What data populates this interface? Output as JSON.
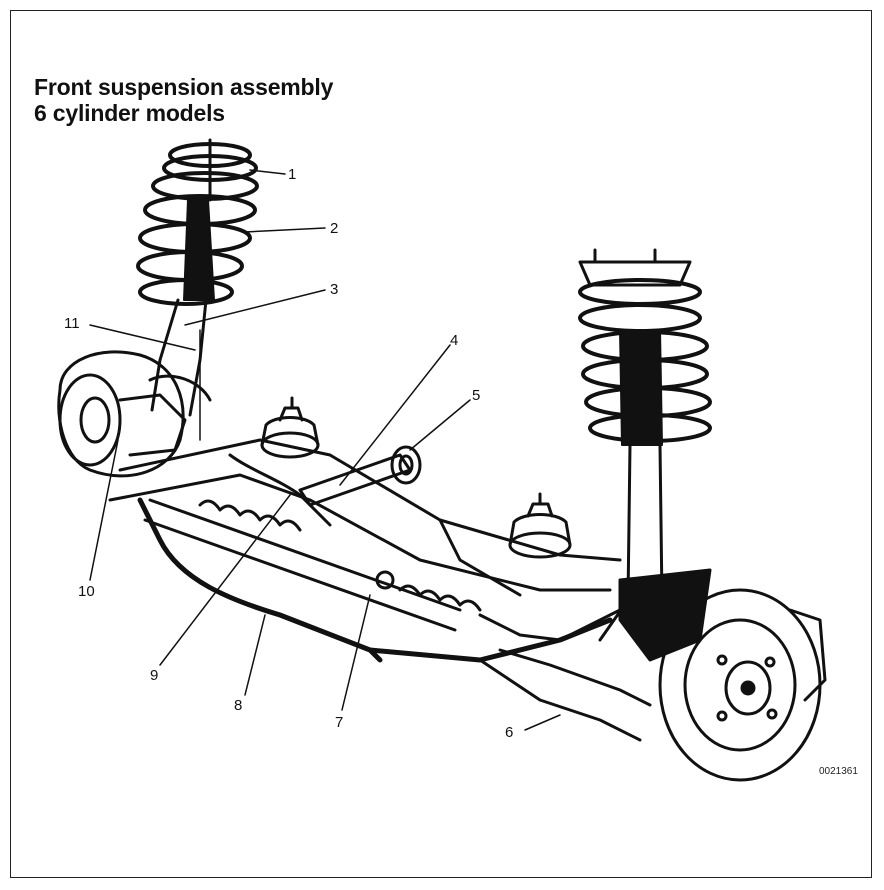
{
  "figure": {
    "title_line1": "Front suspension assembly",
    "title_line2": "6  cylinder models",
    "drawing_code": "0021361"
  },
  "callouts": [
    "1",
    "2",
    "3",
    "4",
    "5",
    "6",
    "7",
    "8",
    "9",
    "10",
    "11"
  ]
}
